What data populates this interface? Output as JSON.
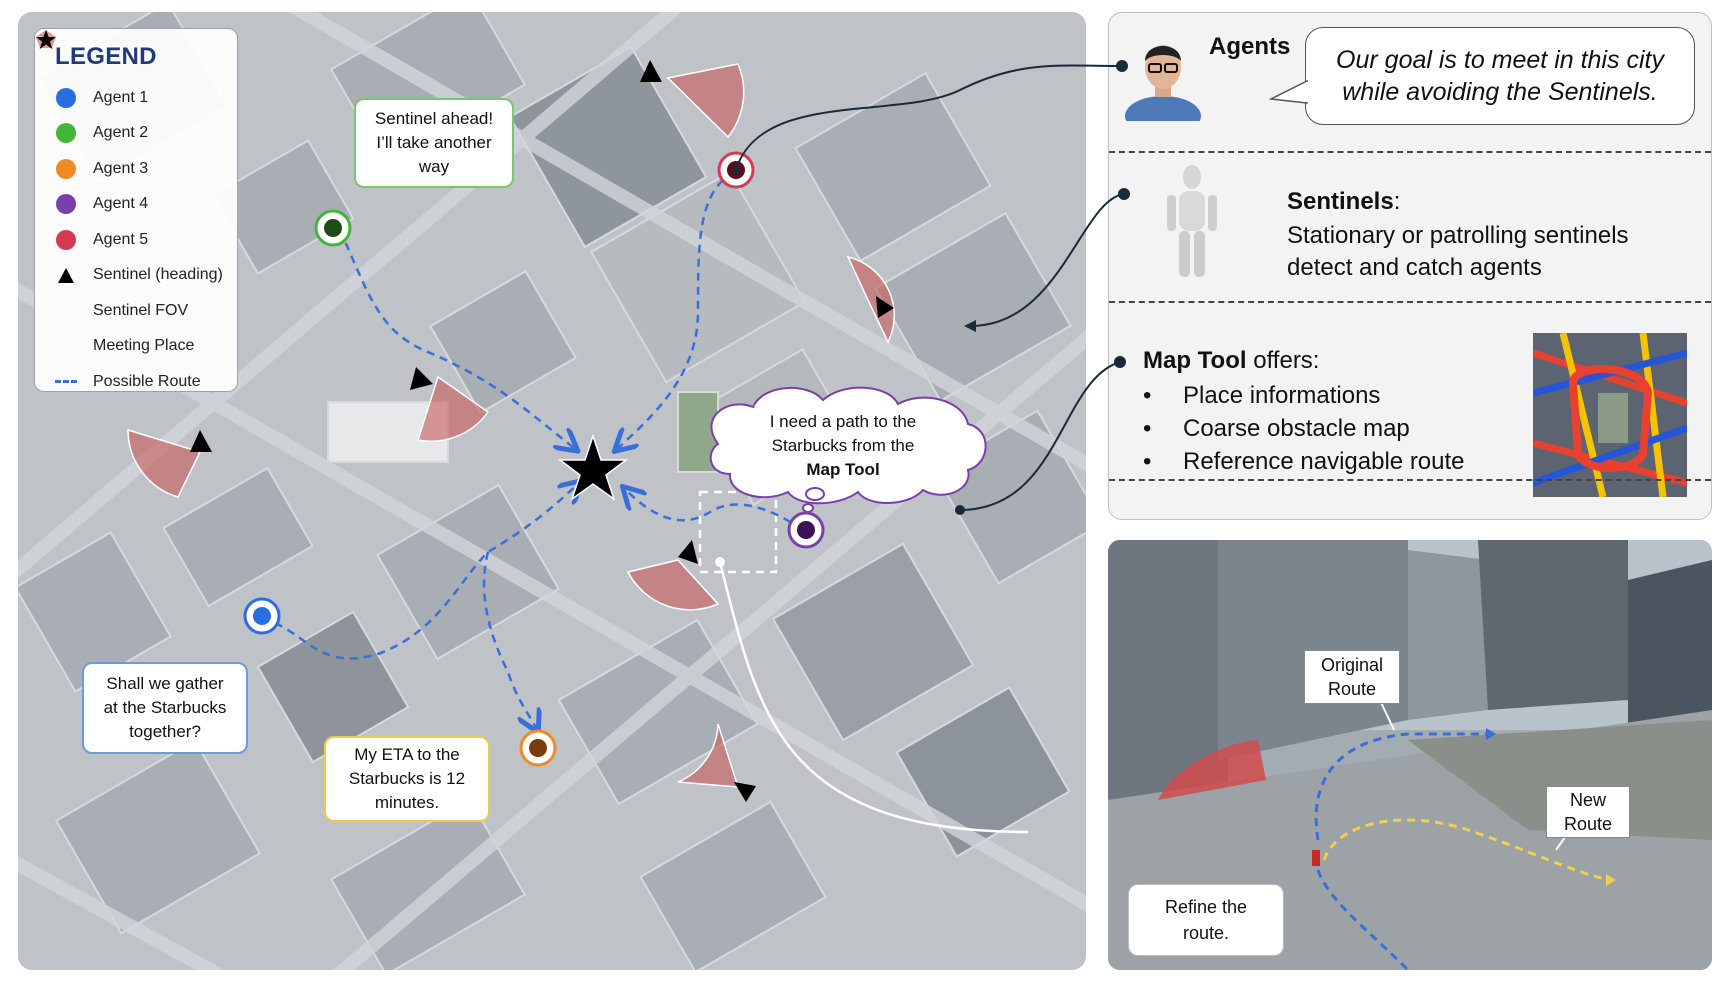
{
  "legend": {
    "title": "LEGEND",
    "items": [
      {
        "label": "Agent 1",
        "color": "#2a6de0",
        "symbol": "dot"
      },
      {
        "label": "Agent 2",
        "color": "#43b53a",
        "symbol": "dot"
      },
      {
        "label": "Agent 3",
        "color": "#f08a24",
        "symbol": "dot"
      },
      {
        "label": "Agent 4",
        "color": "#7a3fa8",
        "symbol": "dot"
      },
      {
        "label": "Agent 5",
        "color": "#d43a52",
        "symbol": "dot"
      },
      {
        "label": "Sentinel (heading)",
        "color": "#000000",
        "symbol": "triangle"
      },
      {
        "label": "Sentinel FOV",
        "color": "#e09a9a",
        "symbol": "pentagon"
      },
      {
        "label": "Meeting Place",
        "color": "#000000",
        "symbol": "star"
      },
      {
        "label": "Possible Route",
        "color": "#3b6fd8",
        "symbol": "dashed-line"
      }
    ]
  },
  "map_bubbles": {
    "agent2_line1": "Sentinel ahead!",
    "agent2_line2": "I’ll take another",
    "agent2_line3": "way",
    "agent1_line1": "Shall we gather",
    "agent1_line2": "at the Starbucks",
    "agent1_line3": "together?",
    "agent3_line1": "My ETA to the",
    "agent3_line2": "Starbucks is 12",
    "agent3_line3": "minutes.",
    "agent4_line1": "I need a path to the",
    "agent4_line2": "Starbucks from the",
    "agent4_line3": "Map Tool"
  },
  "panel": {
    "agents_title": "Agents",
    "agents_quote_line1": "Our goal is to meet in this city",
    "agents_quote_line2": "while avoiding the Sentinels.",
    "sentinels_title": "Sentinels",
    "sentinels_colon": ":",
    "sentinels_desc_line1": "Stationary or patrolling sentinels",
    "sentinels_desc_line2": "detect and catch agents",
    "maptool_title": "Map Tool",
    "maptool_suffix": " offers:",
    "maptool_items": [
      "Place informations",
      "Coarse obstacle map",
      "Reference navigable route"
    ],
    "bullet": "•"
  },
  "street": {
    "original_line1": "Original",
    "original_line2": "Route",
    "new_line1": "New",
    "new_line2": "Route"
  },
  "refine": {
    "line1": "Refine the",
    "line2": "route."
  },
  "colors": {
    "route": "#3b6fd8",
    "new_route": "#f2d04a",
    "fov_fill": "#c85a5a",
    "legend_title": "#1f3c78"
  }
}
